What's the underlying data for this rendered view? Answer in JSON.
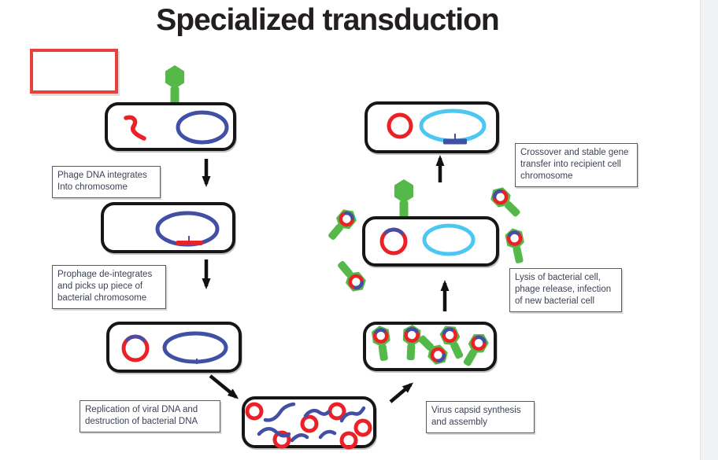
{
  "title": "Specialized transduction",
  "colors": {
    "title": "#231f20",
    "red": "#ec2127",
    "navy": "#4150a5",
    "cyan": "#4cc7f4",
    "green": "#54b948",
    "cell-border": "#161616",
    "label-border": "#58595b",
    "label-text": "#3d4254",
    "annot-red": "#e8413c",
    "edge-strip": "#f0f2f5",
    "arrow": "#111111"
  },
  "labels": {
    "phage_integrates": "Phage DNA integrates\nInto chromosome",
    "prophage_deintegrates": "Prophage de-integrates\nand picks up piece of\nbacterial chromosome",
    "replication": "Replication of viral DNA and\ndestruction of bacterial DNA",
    "capsid": "Virus capsid synthesis\nand assembly",
    "lysis": "Lysis of bacterial cell,\nphage release, infection\nof new bacterial cell",
    "crossover": "Crossover and stable gene\ntransfer into recipient cell\nchromosome"
  }
}
